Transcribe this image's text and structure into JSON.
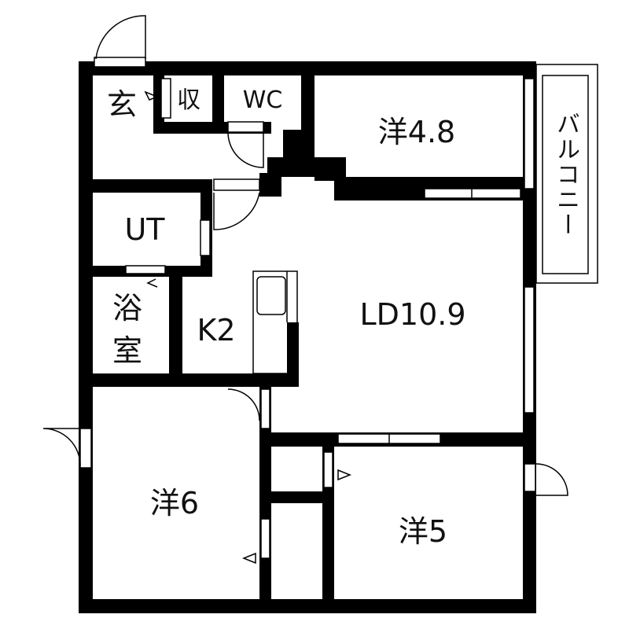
{
  "colors": {
    "wall": "#000000",
    "background": "#ffffff"
  },
  "rooms": {
    "entrance": "玄",
    "storage": "収",
    "toilet": "WC",
    "western_48": "洋4.8",
    "balcony": "バルコニー",
    "utility": "UT",
    "bath_1": "浴",
    "bath_2": "室",
    "kitchen": "K2",
    "living_dining": "LD10.9",
    "western_6": "洋6",
    "western_5": "洋5"
  }
}
